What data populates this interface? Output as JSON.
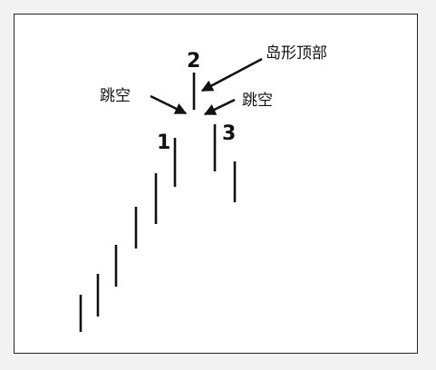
{
  "labels": {
    "left_gap": "跳空",
    "right_gap": "跳空",
    "island_top": "岛形顶部",
    "num_1": "1",
    "num_2": "2",
    "num_3": "3"
  }
}
